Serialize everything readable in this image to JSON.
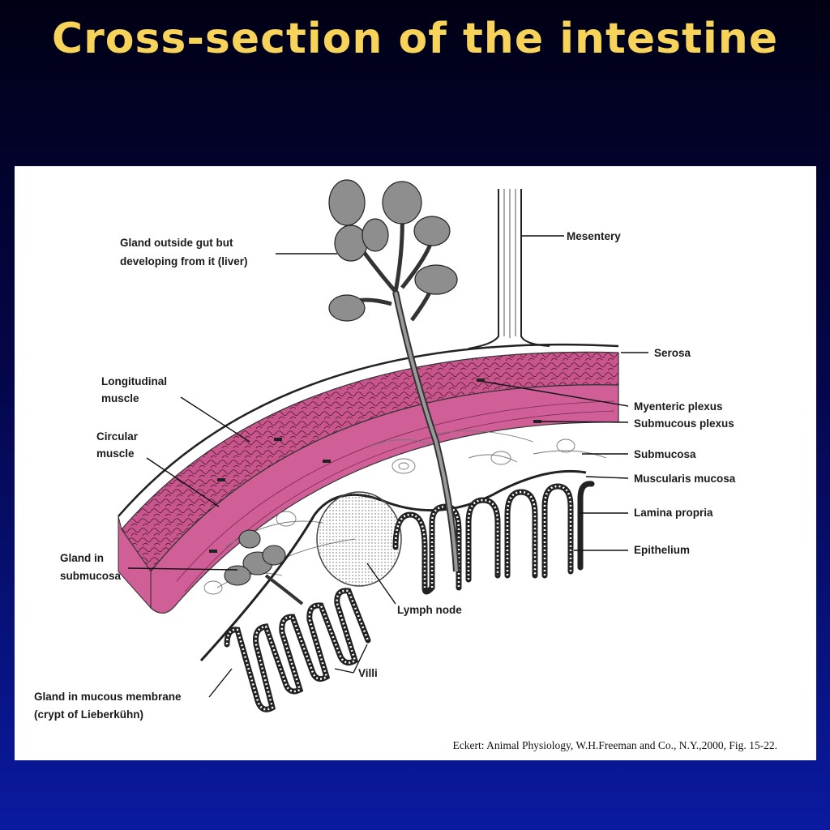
{
  "title": "Cross-section of the intestine",
  "labels": {
    "liver_line1": "Gland outside gut but",
    "liver_line2": "developing from it (liver)",
    "mesentery": "Mesentery",
    "serosa": "Serosa",
    "longitudinal_line1": "Longitudinal",
    "longitudinal_line2": "muscle",
    "myenteric": "Myenteric plexus",
    "submucous_plexus": "Submucous plexus",
    "circular_line1": "Circular",
    "circular_line2": "muscle",
    "submucosa": "Submucosa",
    "muscularis_mucosa": "Muscularis mucosa",
    "lamina_propria": "Lamina propria",
    "gland_sub_line1": "Gland in",
    "gland_sub_line2": "submucosa",
    "epithelium": "Epithelium",
    "lymph_node": "Lymph node",
    "villi": "Villi",
    "crypt_line1": "Gland in mucous membrane",
    "crypt_line2": "(crypt of Lieberkühn)"
  },
  "credit": "Eckert: Animal Physiology, W.H.Freeman and Co., N.Y.,2000, Fig. 15-22.",
  "colors": {
    "title": "#f7d35a",
    "muscle": "#cf5f96",
    "gland": "#8e8e8e"
  }
}
